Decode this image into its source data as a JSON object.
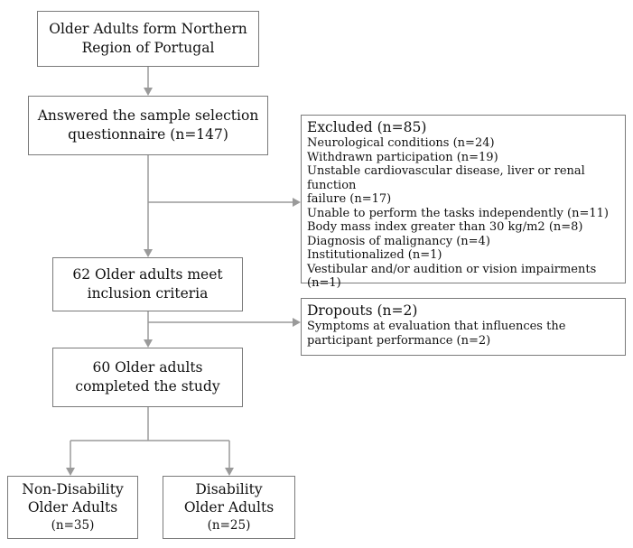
{
  "boxes": {
    "population": {
      "lines": [
        "Older Adults form Northern",
        "Region of Portugal"
      ]
    },
    "answered": {
      "lines": [
        "Answered the sample selection",
        "questionnaire (n=147)"
      ]
    },
    "meet_criteria": {
      "lines": [
        "62 Older adults meet",
        "inclusion criteria"
      ]
    },
    "completed": {
      "lines": [
        "60 Older adults",
        "completed the study"
      ]
    },
    "non_disability": {
      "lines": [
        "Non-Disability",
        "Older Adults",
        "(n=35)"
      ]
    },
    "disability": {
      "lines": [
        "Disability",
        "Older Adults",
        "(n=25)"
      ]
    }
  },
  "excluded": {
    "heading": "Excluded (n=85)",
    "items": [
      "Neurological conditions (n=24)",
      "Withdrawn participation (n=19)",
      "Unstable cardiovascular disease, liver or renal function",
      "failure (n=17)",
      "Unable to perform the tasks independently (n=11)",
      "Body mass index greater than 30 kg/m2 (n=8)",
      "Diagnosis of malignancy (n=4)",
      "Institutionalized (n=1)",
      "Vestibular and/or audition or vision impairments (n=1)"
    ]
  },
  "dropouts": {
    "heading": "Dropouts (n=2)",
    "items": [
      "Symptoms at evaluation that influences the",
      "participant performance (n=2)"
    ]
  }
}
